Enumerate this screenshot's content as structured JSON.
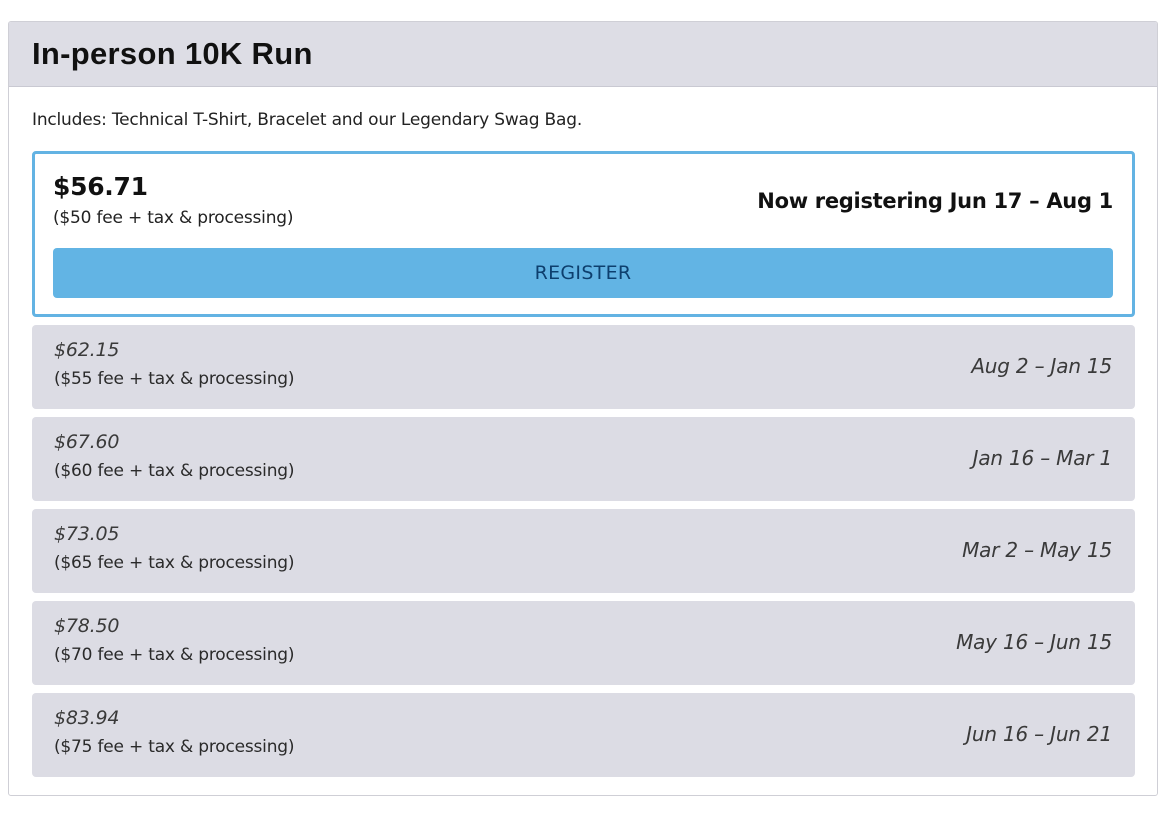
{
  "event": {
    "title": "In-person 10K Run",
    "includes": "Includes: Technical T-Shirt, Bracelet and our Legendary Swag Bag."
  },
  "current_tier": {
    "price": "$56.71",
    "fee": "($50 fee + tax & processing)",
    "dates": "Now registering Jun 17 – Aug 1",
    "register_label": "REGISTER"
  },
  "tiers": [
    {
      "price": "$62.15",
      "fee": "($55 fee + tax & processing)",
      "dates": "Aug 2 – Jan 15"
    },
    {
      "price": "$67.60",
      "fee": "($60 fee + tax & processing)",
      "dates": "Jan 16 – Mar 1"
    },
    {
      "price": "$73.05",
      "fee": "($65 fee + tax & processing)",
      "dates": "Mar 2 – May 15"
    },
    {
      "price": "$78.50",
      "fee": "($70 fee + tax & processing)",
      "dates": "May 16 – Jun 15"
    },
    {
      "price": "$83.94",
      "fee": "($75 fee + tax & processing)",
      "dates": "Jun 16 – Jun 21"
    }
  ],
  "colors": {
    "accent_border": "#63b3e3",
    "register_button": "#62b4e4",
    "header_bg": "#dddde5",
    "tier_bg": "#dcdce4"
  }
}
